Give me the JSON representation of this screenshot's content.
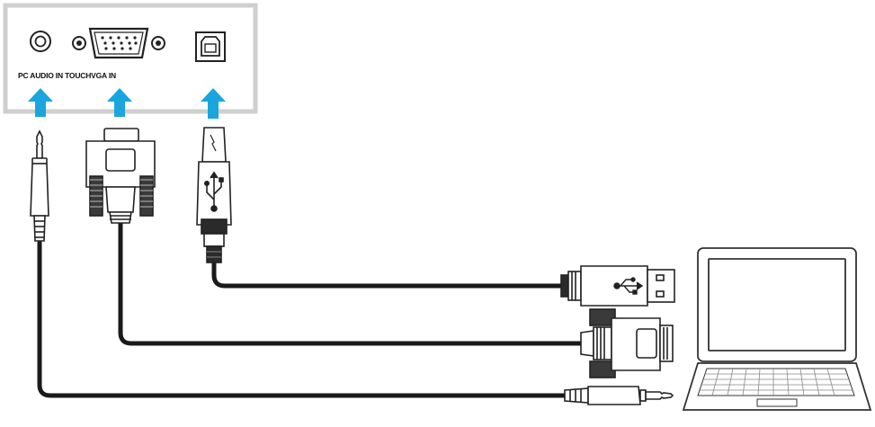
{
  "panel": {
    "labels": {
      "pc_audio_in": "PC AUDIO IN",
      "touch": "TOUCH",
      "vga_in": "VGA IN"
    }
  },
  "colors": {
    "arrow": "#1aa6dd",
    "cable": "#1a1a1a",
    "panel_border": "#cfcfcf",
    "outline": "#222222"
  },
  "icons": [
    "usb-symbol-icon",
    "laptop-icon",
    "audio-jack-icon",
    "vga-port-icon",
    "usb-b-port-icon"
  ]
}
